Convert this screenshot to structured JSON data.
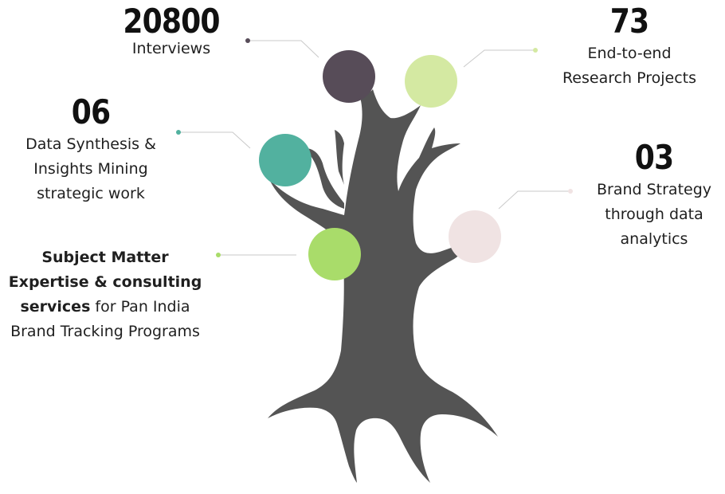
{
  "stats": [
    {
      "id": "interviews",
      "value": "20800",
      "lines": [
        "Interviews"
      ],
      "color": "#574c58"
    },
    {
      "id": "research",
      "value": "73",
      "lines": [
        "End-to-end",
        "Research Projects"
      ],
      "color": "#d4e9a2"
    },
    {
      "id": "synthesis",
      "value": "06",
      "lines": [
        "Data Synthesis &",
        "Insights Mining",
        "strategic work"
      ],
      "color": "#52b19f"
    },
    {
      "id": "brand-strategy",
      "value": "03",
      "lines": [
        "Brand Strategy",
        "through data",
        "analytics"
      ],
      "color": "#f0e3e3"
    },
    {
      "id": "sme",
      "value": "",
      "lines_bold": [
        "Subject Matter",
        "Expertise & consulting"
      ],
      "mixed_bold": "services",
      "mixed_rest": " for Pan India",
      "lines_rest": [
        "Brand Tracking Programs"
      ],
      "color": "#a9dc6a"
    }
  ],
  "colors": {
    "trunk": "#545454",
    "connector": "#c9c9c9"
  }
}
